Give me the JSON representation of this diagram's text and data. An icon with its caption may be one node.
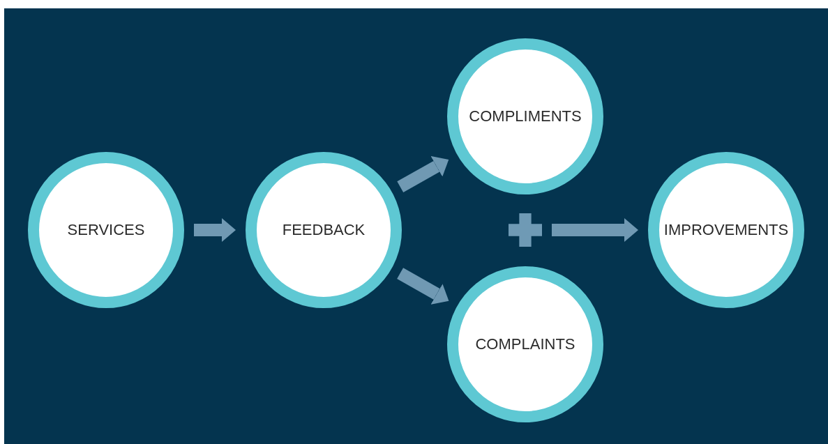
{
  "diagram": {
    "nodes": [
      {
        "text": [
          "SERVICES"
        ]
      },
      {
        "text": [
          "FEEDBACK"
        ]
      },
      {
        "text": [
          "COMPLIMENTS"
        ]
      },
      {
        "text": [],
        "shape": "cross"
      },
      {
        "text": [
          "COMPLAINTS"
        ]
      },
      {
        "text": [
          "IMPROVEMENTS"
        ]
      }
    ],
    "edges": [
      {
        "from": 0,
        "to": 1,
        "arrow": "to"
      },
      {
        "from": 1,
        "to": 2,
        "arrow": "to"
      },
      {
        "from": 1,
        "to": 4,
        "arrow": "to"
      },
      {
        "from": 3,
        "to": 5,
        "arrow": "to"
      }
    ]
  }
}
